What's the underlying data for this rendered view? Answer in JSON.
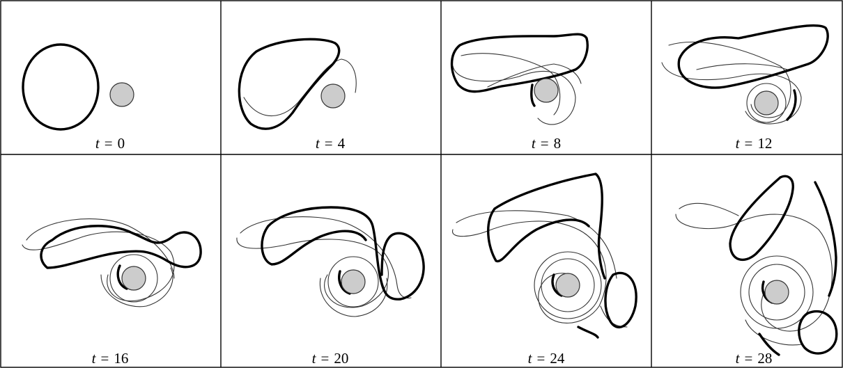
{
  "panels": [
    {
      "variable": "t",
      "equals": "=",
      "value": "0"
    },
    {
      "variable": "t",
      "equals": "=",
      "value": "4"
    },
    {
      "variable": "t",
      "equals": "=",
      "value": "8"
    },
    {
      "variable": "t",
      "equals": "=",
      "value": "12"
    },
    {
      "variable": "t",
      "equals": "=",
      "value": "16"
    },
    {
      "variable": "t",
      "equals": "=",
      "value": "20"
    },
    {
      "variable": "t",
      "equals": "=",
      "value": "24"
    },
    {
      "variable": "t",
      "equals": "=",
      "value": "28"
    }
  ],
  "colors": {
    "core_fill": "#cccccc",
    "stroke": "#000000",
    "background": "#ffffff"
  }
}
